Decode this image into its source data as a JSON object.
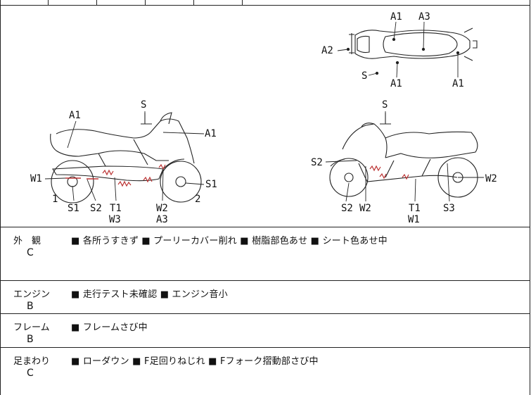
{
  "diagrams": {
    "top_view": {
      "labels": [
        "A1",
        "A3",
        "A2",
        "S",
        "A1",
        "A1"
      ]
    },
    "left_side": {
      "labels": [
        "S",
        "A1",
        "A1",
        "W1",
        "S1",
        "1",
        "S1",
        "S2",
        "T1",
        "W3",
        "W2",
        "A3",
        "2"
      ]
    },
    "right_side": {
      "labels": [
        "S",
        "S2",
        "W2",
        "S2",
        "W2",
        "T1",
        "W1",
        "S3"
      ]
    }
  },
  "inspection": {
    "exterior": {
      "category": "外　観",
      "grade": "C",
      "notes": "■ 各所うすきず ■ プーリーカバー削れ ■ 樹脂部色あせ ■ シート色あせ中"
    },
    "engine": {
      "category": "エンジン",
      "grade": "B",
      "notes": "■ 走行テスト未確認 ■ エンジン音小"
    },
    "frame": {
      "category": "フレーム",
      "grade": "B",
      "notes": "■ フレームさび中"
    },
    "suspension": {
      "category": "足まわり",
      "grade": "C",
      "notes": "■ ローダウン ■ F足回りねじれ ■ Fフォーク摺動部さび中"
    }
  }
}
